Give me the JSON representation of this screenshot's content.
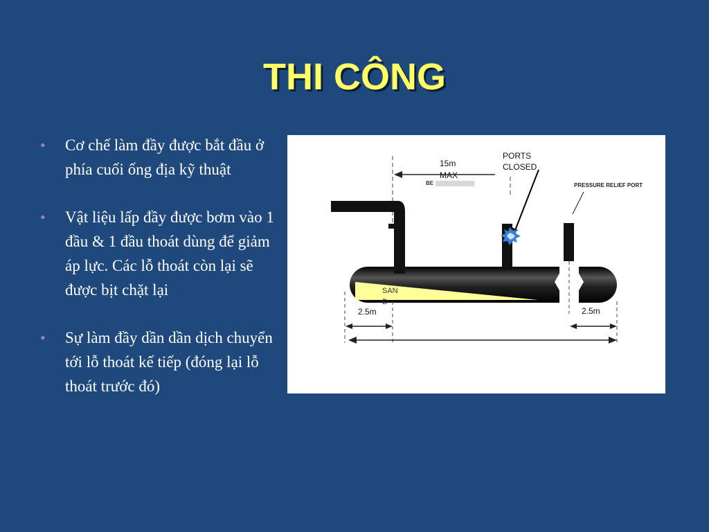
{
  "slide": {
    "title": "THI CÔNG",
    "bullet_marker": "•",
    "bullets": [
      "Cơ chế làm đầy được bắt đầu ở phía cuối ống địa kỹ thuật",
      "Vật liệu lấp đầy được bơm vào 1 đầu & 1 đầu thoát dùng để giảm áp lực. Các lỗ thoát còn lại sẽ được bịt chặt lại",
      "Sự làm đầy dần dần dịch chuyển tới lỗ thoát kế tiếp (đóng lại lỗ thoát trước đó)"
    ]
  },
  "diagram": {
    "labels": {
      "max_distance_1": "15m",
      "max_distance_2": "MAX",
      "ports_closed_1": "PORTS",
      "ports_closed_2": "CLOSED",
      "pressure_relief_port": "PRESSURE RELIEF PORT",
      "sand_1": "SAN",
      "sand_2": "D",
      "left_end_length": "2.5m",
      "right_end_length": "2.5m",
      "partial_left_label": "BE"
    },
    "colors": {
      "tube": "#111111",
      "sand": "#ffff99",
      "closed_port_burst": "#3a7fd6"
    }
  }
}
